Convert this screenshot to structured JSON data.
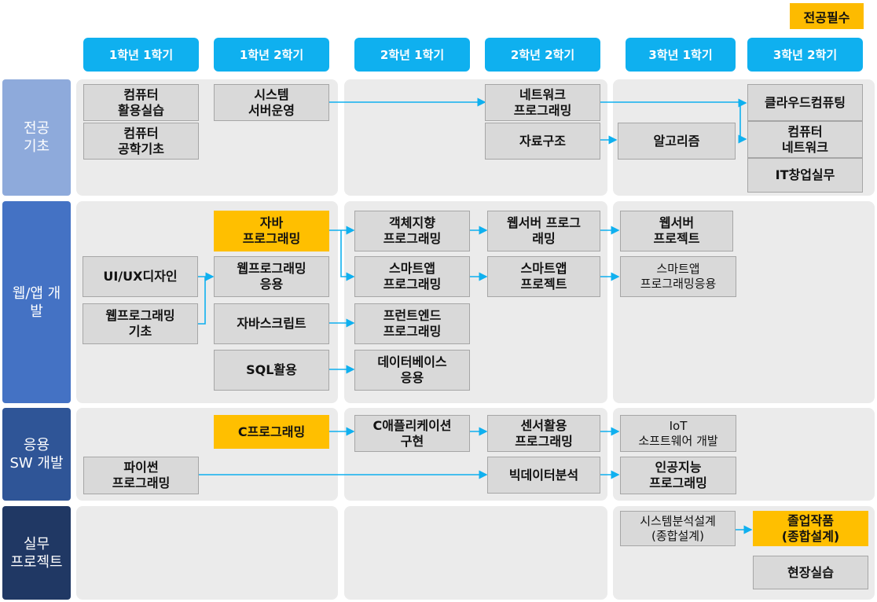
{
  "legend": "전공필수",
  "semesters": [
    "1학년 1학기",
    "1학년 2학기",
    "2학년 1학기",
    "2학년 2학기",
    "3학년 1학기",
    "3학년 2학기"
  ],
  "categories": {
    "core": "전공\n기초",
    "web": "웹/앱 개\n발",
    "app": "응용\nSW 개발",
    "practice": "실무\n프로젝트"
  },
  "courses": {
    "computer_practice": "컴퓨터\n활용실습",
    "computer_eng": "컴퓨터\n공학기초",
    "system_server": "시스템\n서버운영",
    "network_prog": "네트워크\n프로그래밍",
    "data_structure": "자료구조",
    "algorithm": "알고리즘",
    "cloud": "클라우드컴퓨팅",
    "computer_network": "컴퓨터\n네트워크",
    "it_startup": "IT창업실무",
    "java": "자바\n프로그래밍",
    "uiux": "UI/UX디자인",
    "web_basic": "웹프로그래밍\n기초",
    "web_app": "웹프로그래밍\n응용",
    "javascript": "자바스크립트",
    "sql": "SQL활용",
    "oop": "객체지향\n프로그래밍",
    "smart_app_prog": "스마트앱\n프로그래밍",
    "frontend": "프런트엔드\n프로그래밍",
    "database": "데이터베이스\n응용",
    "webserver_prog": "웹서버 프로그\n래밍",
    "smart_app_project": "스마트앱\n프로젝트",
    "webserver_project": "웹서버\n프로젝트",
    "smart_app_applied": "스마트앱\n프로그래밍응용",
    "c_prog": "C프로그래밍",
    "python": "파이썬\n프로그래밍",
    "c_app": "C애플리케이션\n구현",
    "sensor": "센서활용\n프로그래밍",
    "bigdata": "빅데이터분석",
    "iot": "IoT\n소프트웨어 개발",
    "ai": "인공지능\n프로그래밍",
    "system_design": "시스템분석설계\n(종합설계)",
    "capstone": "졸업작품\n(종합설계)",
    "field": "현장실습"
  },
  "colors": {
    "required": "#ffbf00",
    "semester_header": "#0fb0ef",
    "core": "#8eaadb",
    "web": "#4472c4",
    "app": "#2f5597",
    "practice": "#203864",
    "arrow": "#0fb0ef"
  }
}
